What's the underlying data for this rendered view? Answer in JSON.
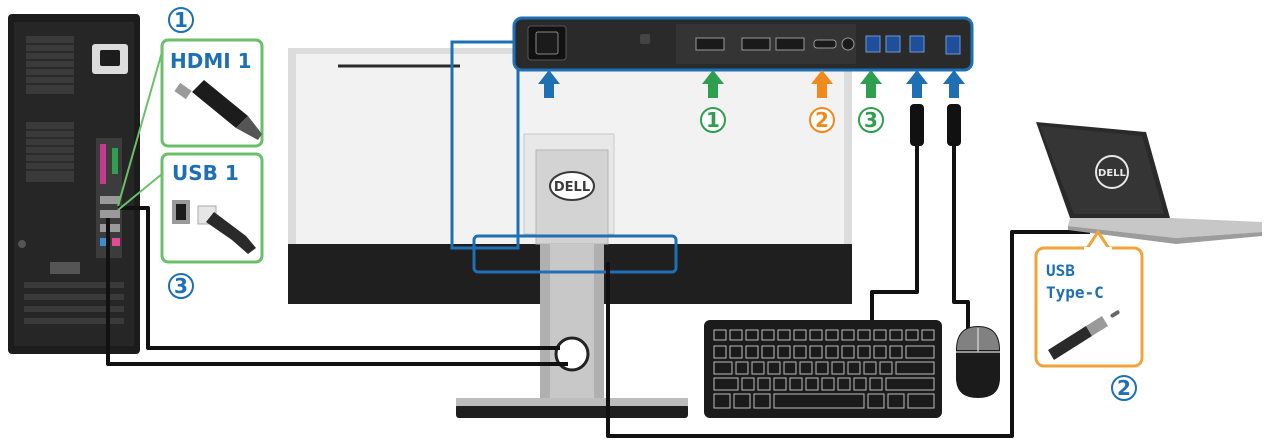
{
  "labels": {
    "hdmi": "HDMI 1",
    "usb": "USB 1",
    "usb_c_line1": "USB",
    "usb_c_line2": "Type-C",
    "brand": "DELL"
  },
  "markers": {
    "pc_one": "1",
    "pc_three": "3",
    "port_one": "1",
    "port_two": "2",
    "port_three": "3",
    "laptop_two": "2"
  },
  "colors": {
    "blue": "#1f6fb5",
    "green": "#2e9e4f",
    "orange": "#f08a1c",
    "callout_green": "#6cbf6a",
    "callout_orange": "#f2a33a",
    "cable": "#111111"
  },
  "icons": {
    "arrow": "up-arrow-icon",
    "pc": "desktop-tower-icon",
    "monitor": "monitor-icon",
    "laptop": "laptop-icon",
    "keyboard": "keyboard-icon",
    "mouse": "mouse-icon"
  }
}
